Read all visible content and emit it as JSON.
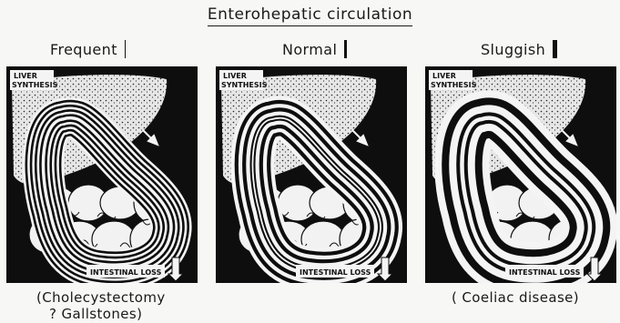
{
  "title": "Enterohepatic circulation",
  "columns": [
    {
      "label": "Frequent",
      "rate": "frequent"
    },
    {
      "label": "Normal",
      "rate": "normal"
    },
    {
      "label": "Sluggish",
      "rate": "sluggish"
    }
  ],
  "panel_labels": {
    "liver_line1": "LIVER",
    "liver_line2": "SYNTHESIS",
    "loss": "INTESTINAL LOSS"
  },
  "captions": {
    "left_line1": "(Cholecystectomy",
    "left_line2": "? Gallstones)",
    "right": "( Coeliac disease)"
  }
}
